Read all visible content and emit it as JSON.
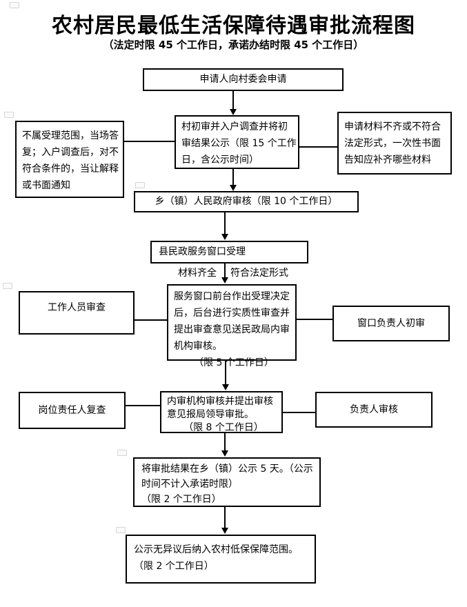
{
  "document": {
    "title": "农村居民最低生活保障待遇审批流程图",
    "subtitle": "（法定时限 45 个工作日，承诺办结时限 45 个工作日）"
  },
  "flow": {
    "apply": {
      "text": "申请人向村委会申请"
    },
    "reject_notice": {
      "text": "不属受理范围，当场答复；入户调查后，对不符合条件的，当让解释或书面通知"
    },
    "village_review": {
      "text": "村初审并入户调查并将初审结果公示（限 15 个工作日，含公示时间）"
    },
    "supplement_notice": {
      "text": "申请材料不齐或不符合法定形式，一次性书面告知应补齐哪些材料"
    },
    "township_review": {
      "text": "乡（镇）人民政府审核（限 10 个工作日）"
    },
    "county_window": {
      "text": "县民政服务窗口受理"
    },
    "branch_labels": {
      "materials_complete": "材料齐全",
      "legal_form": "符合法定形式"
    },
    "staff_review": {
      "text": "工作人员审查"
    },
    "window_decision": {
      "text": "服务窗口前台作出受理决定后，后台进行实质性审查并提出审查意见送民政局内审机构审核。",
      "limit": "（限 5 个工作日）"
    },
    "window_chief_review": {
      "text": "窗口负责人初审"
    },
    "post_recheck": {
      "text": "岗位责任人复查"
    },
    "internal_audit": {
      "text": "内审机构审核并提出审核意见报局领导审批。",
      "limit": "（限 8 个工作日）"
    },
    "chief_review": {
      "text": "负责人审核"
    },
    "publicity": {
      "text": "将审批结果在乡（镇）公示 5 天。（公示时间不计入承诺时限）",
      "limit": "（限 2 个工作日）"
    },
    "inclusion": {
      "text": "公示无异议后纳入农村低保保障范围。",
      "limit": "（限 2 个工作日）"
    }
  }
}
